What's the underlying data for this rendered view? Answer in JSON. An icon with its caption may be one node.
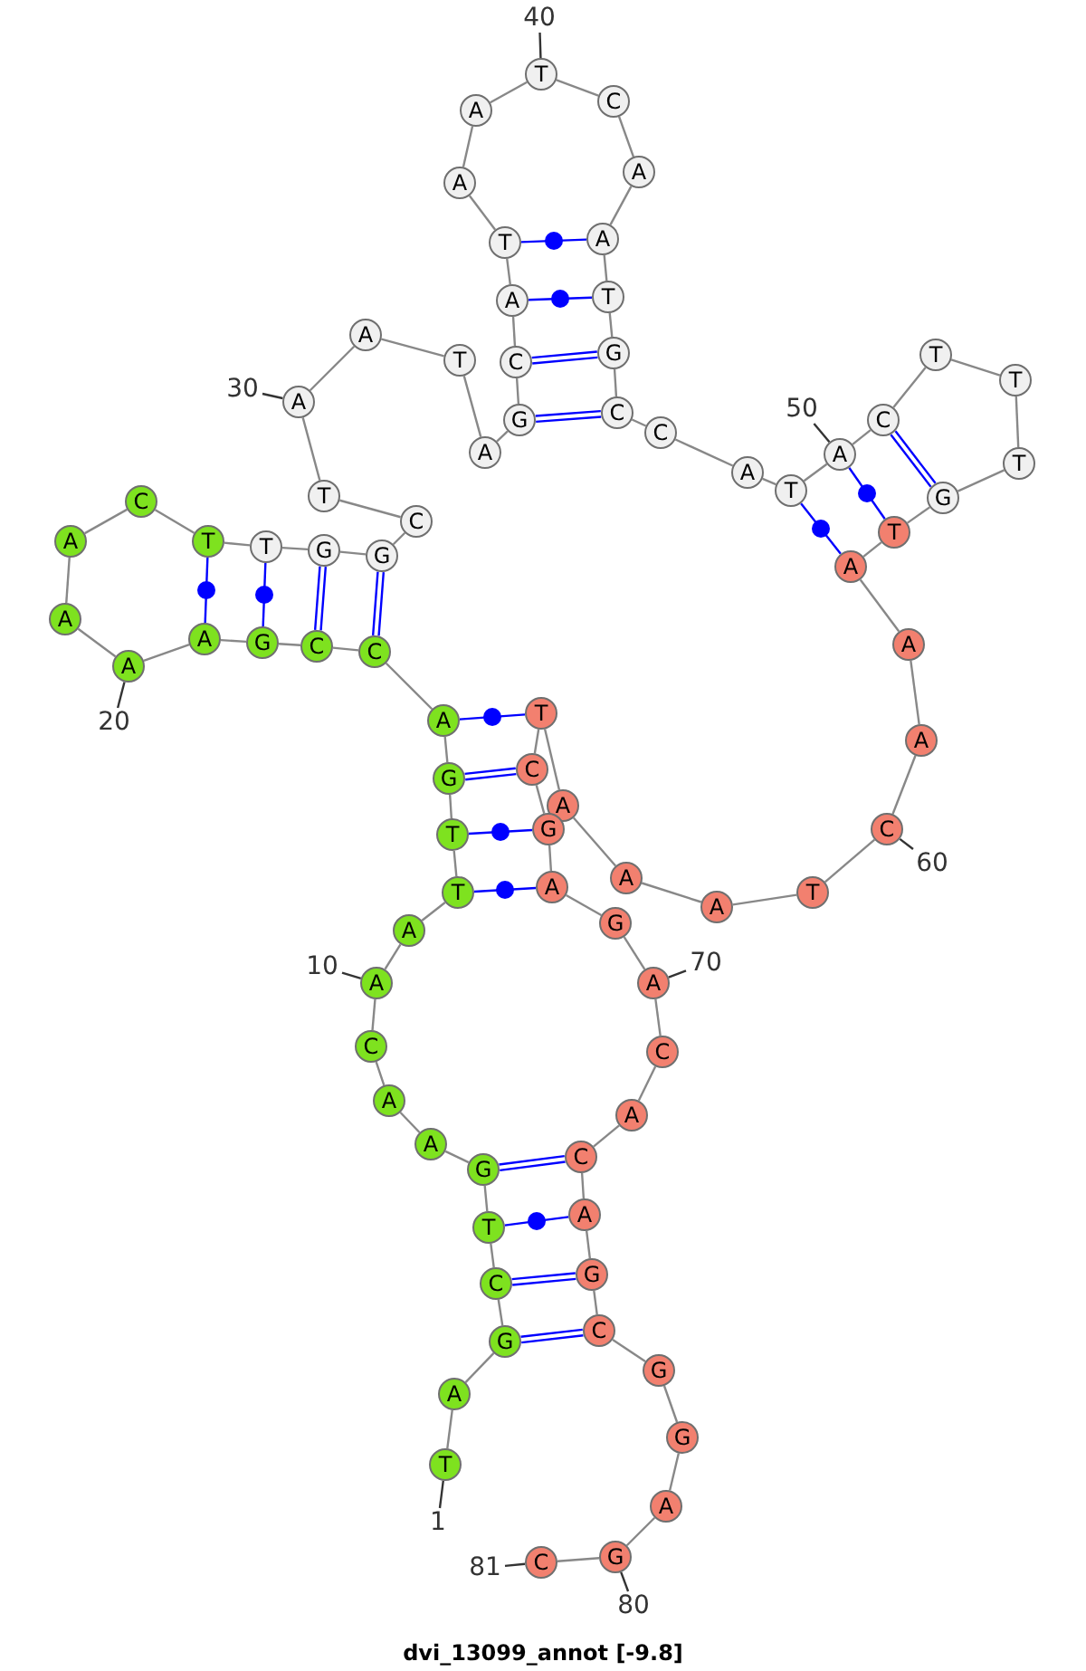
{
  "diagram": {
    "caption": "dvi_13099_annot [-9.8]",
    "nodes": [
      {
        "text": [
          "T"
        ]
      },
      {
        "text": [
          "A"
        ]
      },
      {
        "text": [
          "G"
        ]
      },
      {
        "text": [
          "C"
        ]
      },
      {
        "text": [
          "T"
        ]
      },
      {
        "text": [
          "G"
        ]
      },
      {
        "text": [
          "A"
        ]
      },
      {
        "text": [
          "A"
        ]
      },
      {
        "text": [
          "C"
        ]
      },
      {
        "text": [
          "A"
        ]
      },
      {
        "text": [
          "A"
        ]
      },
      {
        "text": [
          "T"
        ]
      },
      {
        "text": [
          "T"
        ]
      },
      {
        "text": [
          "G"
        ]
      },
      {
        "text": [
          "A"
        ]
      },
      {
        "text": [
          "C"
        ]
      },
      {
        "text": [
          "C"
        ]
      },
      {
        "text": [
          "G"
        ]
      },
      {
        "text": [
          "A"
        ]
      },
      {
        "text": [
          "A"
        ]
      },
      {
        "text": [
          "A"
        ]
      },
      {
        "text": [
          "A"
        ]
      },
      {
        "text": [
          "C"
        ]
      },
      {
        "text": [
          "T"
        ]
      },
      {
        "text": [
          "T"
        ]
      },
      {
        "text": [
          "G"
        ]
      },
      {
        "text": [
          "G"
        ]
      },
      {
        "text": [
          "C"
        ]
      },
      {
        "text": [
          "T"
        ]
      },
      {
        "text": [
          "A"
        ]
      },
      {
        "text": [
          "A"
        ]
      },
      {
        "text": [
          "T"
        ]
      },
      {
        "text": [
          "A"
        ]
      },
      {
        "text": [
          "G"
        ]
      },
      {
        "text": [
          "C"
        ]
      },
      {
        "text": [
          "A"
        ]
      },
      {
        "text": [
          "T"
        ]
      },
      {
        "text": [
          "A"
        ]
      },
      {
        "text": [
          "A"
        ]
      },
      {
        "text": [
          "T"
        ]
      },
      {
        "text": [
          "C"
        ]
      },
      {
        "text": [
          "A"
        ]
      },
      {
        "text": [
          "A"
        ]
      },
      {
        "text": [
          "T"
        ]
      },
      {
        "text": [
          "G"
        ]
      },
      {
        "text": [
          "C"
        ]
      },
      {
        "text": [
          "C"
        ]
      },
      {
        "text": [
          "A"
        ]
      },
      {
        "text": [
          "T"
        ]
      },
      {
        "text": [
          "A"
        ]
      },
      {
        "text": [
          "C"
        ]
      },
      {
        "text": [
          "T"
        ]
      },
      {
        "text": [
          "T"
        ]
      },
      {
        "text": [
          "T"
        ]
      },
      {
        "text": [
          "G"
        ]
      },
      {
        "text": [
          "T"
        ]
      },
      {
        "text": [
          "A"
        ]
      },
      {
        "text": [
          "A"
        ]
      },
      {
        "text": [
          "A"
        ]
      },
      {
        "text": [
          "C"
        ]
      },
      {
        "text": [
          "T"
        ]
      },
      {
        "text": [
          "A"
        ]
      },
      {
        "text": [
          "A"
        ]
      },
      {
        "text": [
          "A"
        ]
      },
      {
        "text": [
          "T"
        ]
      },
      {
        "text": [
          "C"
        ]
      },
      {
        "text": [
          "G"
        ]
      },
      {
        "text": [
          "A"
        ]
      },
      {
        "text": [
          "G"
        ]
      },
      {
        "text": [
          "A"
        ]
      },
      {
        "text": [
          "C"
        ]
      },
      {
        "text": [
          "A"
        ]
      },
      {
        "text": [
          "C"
        ]
      },
      {
        "text": [
          "A"
        ]
      },
      {
        "text": [
          "G"
        ]
      },
      {
        "text": [
          "C"
        ]
      },
      {
        "text": [
          "G"
        ]
      },
      {
        "text": [
          "G"
        ]
      },
      {
        "text": [
          "A"
        ]
      },
      {
        "text": [
          "G"
        ]
      },
      {
        "text": [
          "C"
        ]
      },
      {
        "text": [
          "40"
        ]
      },
      {
        "text": [
          "30"
        ]
      },
      {
        "text": [
          "50"
        ]
      },
      {
        "text": [
          "20"
        ]
      },
      {
        "text": [
          "10"
        ]
      },
      {
        "text": [
          "70"
        ]
      },
      {
        "text": [
          "60"
        ]
      },
      {
        "text": [
          "1"
        ]
      },
      {
        "text": [
          "81"
        ]
      },
      {
        "text": [
          "80"
        ]
      }
    ],
    "edges": [
      {
        "from": 0,
        "to": 1,
        "arrow": "none"
      },
      {
        "from": 1,
        "to": 2,
        "arrow": "none"
      },
      {
        "from": 2,
        "to": 3,
        "arrow": "none"
      },
      {
        "from": 3,
        "to": 4,
        "arrow": "none"
      },
      {
        "from": 4,
        "to": 5,
        "arrow": "none"
      },
      {
        "from": 5,
        "to": 6,
        "arrow": "none"
      },
      {
        "from": 6,
        "to": 7,
        "arrow": "none"
      },
      {
        "from": 7,
        "to": 8,
        "arrow": "none"
      },
      {
        "from": 8,
        "to": 9,
        "arrow": "none"
      },
      {
        "from": 9,
        "to": 10,
        "arrow": "none"
      },
      {
        "from": 10,
        "to": 11,
        "arrow": "none"
      },
      {
        "from": 11,
        "to": 12,
        "arrow": "none"
      },
      {
        "from": 12,
        "to": 13,
        "arrow": "none"
      },
      {
        "from": 13,
        "to": 14,
        "arrow": "none"
      },
      {
        "from": 14,
        "to": 15,
        "arrow": "none"
      },
      {
        "from": 15,
        "to": 16,
        "arrow": "none"
      },
      {
        "from": 16,
        "to": 17,
        "arrow": "none"
      },
      {
        "from": 17,
        "to": 18,
        "arrow": "none"
      },
      {
        "from": 18,
        "to": 19,
        "arrow": "none"
      },
      {
        "from": 19,
        "to": 20,
        "arrow": "none"
      },
      {
        "from": 20,
        "to": 21,
        "arrow": "none"
      },
      {
        "from": 21,
        "to": 22,
        "arrow": "none"
      },
      {
        "from": 22,
        "to": 23,
        "arrow": "none"
      },
      {
        "from": 23,
        "to": 24,
        "arrow": "none"
      },
      {
        "from": 24,
        "to": 25,
        "arrow": "none"
      },
      {
        "from": 25,
        "to": 26,
        "arrow": "none"
      },
      {
        "from": 26,
        "to": 27,
        "arrow": "none"
      },
      {
        "from": 27,
        "to": 28,
        "arrow": "none"
      },
      {
        "from": 28,
        "to": 29,
        "arrow": "none"
      },
      {
        "from": 29,
        "to": 30,
        "arrow": "none"
      },
      {
        "from": 30,
        "to": 31,
        "arrow": "none"
      },
      {
        "from": 31,
        "to": 32,
        "arrow": "none"
      },
      {
        "from": 32,
        "to": 33,
        "arrow": "none"
      },
      {
        "from": 33,
        "to": 34,
        "arrow": "none"
      },
      {
        "from": 34,
        "to": 35,
        "arrow": "none"
      },
      {
        "from": 35,
        "to": 36,
        "arrow": "none"
      },
      {
        "from": 36,
        "to": 37,
        "arrow": "none"
      },
      {
        "from": 37,
        "to": 38,
        "arrow": "none"
      },
      {
        "from": 38,
        "to": 39,
        "arrow": "none"
      },
      {
        "from": 39,
        "to": 40,
        "arrow": "none"
      },
      {
        "from": 40,
        "to": 41,
        "arrow": "none"
      },
      {
        "from": 41,
        "to": 42,
        "arrow": "none"
      },
      {
        "from": 42,
        "to": 43,
        "arrow": "none"
      },
      {
        "from": 43,
        "to": 44,
        "arrow": "none"
      },
      {
        "from": 44,
        "to": 45,
        "arrow": "none"
      },
      {
        "from": 45,
        "to": 46,
        "arrow": "none"
      },
      {
        "from": 46,
        "to": 47,
        "arrow": "none"
      },
      {
        "from": 47,
        "to": 48,
        "arrow": "none"
      },
      {
        "from": 48,
        "to": 49,
        "arrow": "none"
      },
      {
        "from": 49,
        "to": 50,
        "arrow": "none"
      },
      {
        "from": 50,
        "to": 51,
        "arrow": "none"
      },
      {
        "from": 51,
        "to": 52,
        "arrow": "none"
      },
      {
        "from": 52,
        "to": 53,
        "arrow": "none"
      },
      {
        "from": 53,
        "to": 54,
        "arrow": "none"
      },
      {
        "from": 54,
        "to": 55,
        "arrow": "none"
      },
      {
        "from": 55,
        "to": 56,
        "arrow": "none"
      },
      {
        "from": 56,
        "to": 57,
        "arrow": "none"
      },
      {
        "from": 57,
        "to": 58,
        "arrow": "none"
      },
      {
        "from": 58,
        "to": 59,
        "arrow": "none"
      },
      {
        "from": 59,
        "to": 60,
        "arrow": "none"
      },
      {
        "from": 60,
        "to": 61,
        "arrow": "none"
      },
      {
        "from": 61,
        "to": 62,
        "arrow": "none"
      },
      {
        "from": 62,
        "to": 63,
        "arrow": "none"
      },
      {
        "from": 63,
        "to": 64,
        "arrow": "none"
      },
      {
        "from": 64,
        "to": 65,
        "arrow": "none"
      },
      {
        "from": 65,
        "to": 66,
        "arrow": "none"
      },
      {
        "from": 66,
        "to": 67,
        "arrow": "none"
      },
      {
        "from": 67,
        "to": 68,
        "arrow": "none"
      },
      {
        "from": 68,
        "to": 69,
        "arrow": "none"
      },
      {
        "from": 69,
        "to": 70,
        "arrow": "none"
      },
      {
        "from": 70,
        "to": 71,
        "arrow": "none"
      },
      {
        "from": 71,
        "to": 72,
        "arrow": "none"
      },
      {
        "from": 72,
        "to": 73,
        "arrow": "none"
      },
      {
        "from": 73,
        "to": 74,
        "arrow": "none"
      },
      {
        "from": 74,
        "to": 75,
        "arrow": "none"
      },
      {
        "from": 75,
        "to": 76,
        "arrow": "none"
      },
      {
        "from": 76,
        "to": 77,
        "arrow": "none"
      },
      {
        "from": 77,
        "to": 78,
        "arrow": "none"
      },
      {
        "from": 78,
        "to": 79,
        "arrow": "none"
      },
      {
        "from": 79,
        "to": 80,
        "arrow": "none"
      },
      {
        "from": 2,
        "to": 75,
        "arrow": "none",
        "color": "#0000ff"
      },
      {
        "from": 3,
        "to": 74,
        "arrow": "none",
        "color": "#0000ff"
      },
      {
        "from": 4,
        "to": 73,
        "arrow": "none",
        "color": "#0000ff"
      },
      {
        "from": 5,
        "to": 72,
        "arrow": "none",
        "color": "#0000ff"
      },
      {
        "from": 11,
        "to": 67,
        "arrow": "none",
        "color": "#0000ff"
      },
      {
        "from": 12,
        "to": 66,
        "arrow": "none",
        "color": "#0000ff"
      },
      {
        "from": 13,
        "to": 65,
        "arrow": "none",
        "color": "#0000ff"
      },
      {
        "from": 14,
        "to": 64,
        "arrow": "none",
        "color": "#0000ff"
      },
      {
        "from": 15,
        "to": 26,
        "arrow": "none",
        "color": "#0000ff"
      },
      {
        "from": 16,
        "to": 25,
        "arrow": "none",
        "color": "#0000ff"
      },
      {
        "from": 17,
        "to": 24,
        "arrow": "none",
        "color": "#0000ff"
      },
      {
        "from": 18,
        "to": 23,
        "arrow": "none",
        "color": "#0000ff"
      },
      {
        "from": 33,
        "to": 45,
        "arrow": "none",
        "color": "#0000ff"
      },
      {
        "from": 34,
        "to": 44,
        "arrow": "none",
        "color": "#0000ff"
      },
      {
        "from": 35,
        "to": 43,
        "arrow": "none",
        "color": "#0000ff"
      },
      {
        "from": 36,
        "to": 42,
        "arrow": "none",
        "color": "#0000ff"
      },
      {
        "from": 48,
        "to": 56,
        "arrow": "none",
        "color": "#0000ff"
      },
      {
        "from": 49,
        "to": 55,
        "arrow": "none",
        "color": "#0000ff"
      },
      {
        "from": 50,
        "to": 54,
        "arrow": "none",
        "color": "#0000ff"
      },
      {
        "from": 81,
        "to": 39,
        "arrow": "none"
      },
      {
        "from": 82,
        "to": 29,
        "arrow": "none"
      },
      {
        "from": 83,
        "to": 49,
        "arrow": "none"
      },
      {
        "from": 84,
        "to": 19,
        "arrow": "none"
      },
      {
        "from": 85,
        "to": 9,
        "arrow": "none"
      },
      {
        "from": 86,
        "to": 69,
        "arrow": "none"
      },
      {
        "from": 87,
        "to": 59,
        "arrow": "none"
      },
      {
        "from": 88,
        "to": 0,
        "arrow": "none"
      },
      {
        "from": 89,
        "to": 80,
        "arrow": "none"
      },
      {
        "from": 90,
        "to": 79,
        "arrow": "none"
      }
    ]
  }
}
